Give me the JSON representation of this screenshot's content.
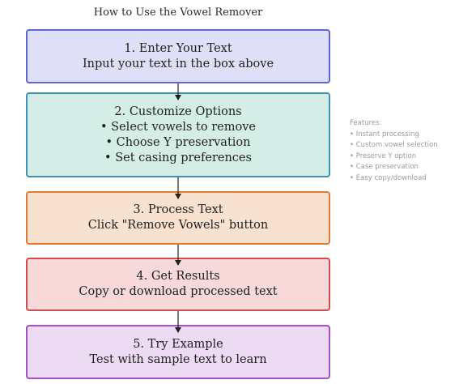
{
  "title": "How to Use the Vowel Remover",
  "steps": [
    {
      "heading": "1. Enter Your Text",
      "lines": [
        "Input your text in the box above"
      ]
    },
    {
      "heading": "2. Customize Options",
      "lines": [
        "• Select vowels to remove",
        "• Choose Y preservation",
        "• Set casing preferences"
      ]
    },
    {
      "heading": "3. Process Text",
      "lines": [
        "Click \"Remove Vowels\" button"
      ]
    },
    {
      "heading": "4. Get Results",
      "lines": [
        "Copy or download processed text"
      ]
    },
    {
      "heading": "5. Try Example",
      "lines": [
        "Test with sample text to learn"
      ]
    }
  ],
  "features": {
    "heading": "Features:",
    "items": [
      "• Instant processing",
      "• Custom vowel selection",
      "• Preserve Y option",
      "• Case preservation",
      "• Easy copy/download"
    ]
  },
  "colors": {
    "step1_border": "#5b66d6",
    "step2_border": "#3f8fb7",
    "step3_border": "#e17a35",
    "step4_border": "#d44a4e",
    "step5_border": "#a44fc2"
  }
}
